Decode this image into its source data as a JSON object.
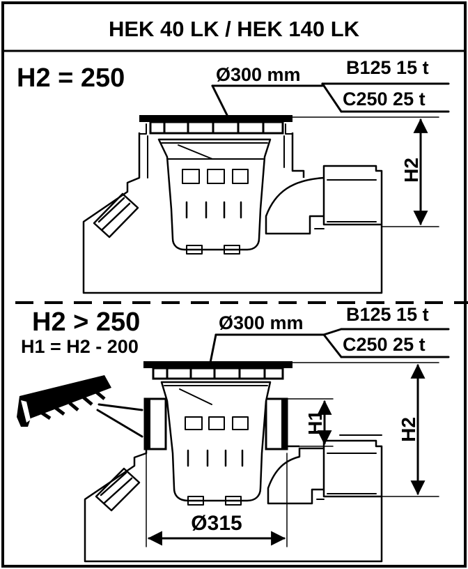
{
  "title": "HEK 40 LK / HEK 140 LK",
  "top": {
    "heading": "H2 = 250",
    "diameter": "Ø300 mm",
    "load_class_1": "B125 15 t",
    "load_class_2": "C250 25 t",
    "height_label": "H2"
  },
  "bottom": {
    "heading": "H2 > 250",
    "formula": "H1 = H2 - 200",
    "diameter": "Ø300 mm",
    "load_class_1": "B125 15 t",
    "load_class_2": "C250 25 t",
    "height_label_h1": "H1",
    "height_label_h2": "H2",
    "base_diameter": "Ø315"
  },
  "icons": {
    "saw": "saw-icon"
  }
}
